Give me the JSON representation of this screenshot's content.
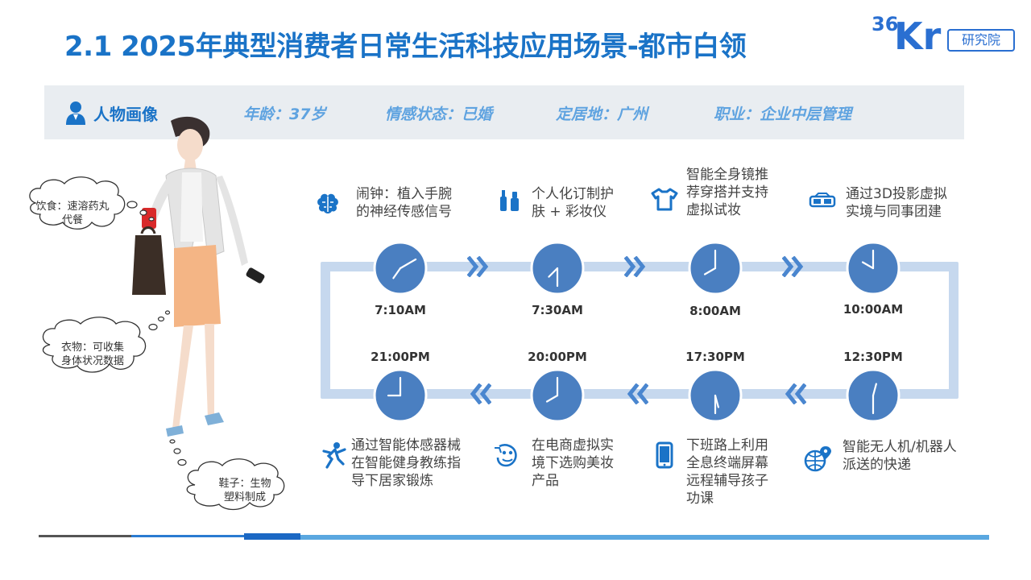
{
  "title": "2.1 2025年典型消费者日常生活科技应用场景-都市白领",
  "logo": {
    "num": "36",
    "kr": "Kr",
    "sub": "研究院"
  },
  "persona": {
    "label": "人物画像",
    "age": "年龄：37岁",
    "marital": "情感状态：已婚",
    "residence": "定居地：广州",
    "job": "职业：企业中层管理"
  },
  "bubbles": {
    "food": [
      "饮食：速溶药丸",
      "代餐"
    ],
    "clothes": [
      "衣物：可收集",
      "身体状况数据"
    ],
    "shoes": [
      "鞋子：生物",
      "塑料制成"
    ]
  },
  "timeline": {
    "top": [
      {
        "time": "7:10AM",
        "icon": "brain-icon",
        "text": [
          "闹钟：植入手腕",
          "的神经传感信号"
        ]
      },
      {
        "time": "7:30AM",
        "icon": "cosmetics-icon",
        "text": [
          "个人化订制护",
          "肤 + 彩妆仪"
        ]
      },
      {
        "time": "8:00AM",
        "icon": "shirt-icon",
        "text": [
          "智能全身镜推",
          "荐穿搭并支持",
          "虚拟试妆"
        ]
      },
      {
        "time": "10:00AM",
        "icon": "vr-glasses-icon",
        "text": [
          "通过3D投影虚拟",
          "实境与同事团建"
        ]
      }
    ],
    "bottom": [
      {
        "time": "21:00PM",
        "icon": "fitness-icon",
        "text": [
          "通过智能体感器械",
          "在智能健身教练指",
          "导下居家锻炼"
        ]
      },
      {
        "time": "20:00PM",
        "icon": "shopping-face-icon",
        "text": [
          "在电商虚拟实",
          "境下选购美妆",
          "产品"
        ]
      },
      {
        "time": "17:30PM",
        "icon": "smartphone-icon",
        "text": [
          "下班路上利用",
          "全息终端屏幕",
          "远程辅导孩子",
          "功课"
        ]
      },
      {
        "time": "12:30PM",
        "icon": "globe-pin-icon",
        "text": [
          "智能无人机/机器人",
          "派送的快递"
        ]
      }
    ]
  },
  "colors": {
    "accent": "#1a73c7",
    "clock": "#4a7fc1",
    "track": "#c6d8ee",
    "chevron": "#4a86cf"
  }
}
